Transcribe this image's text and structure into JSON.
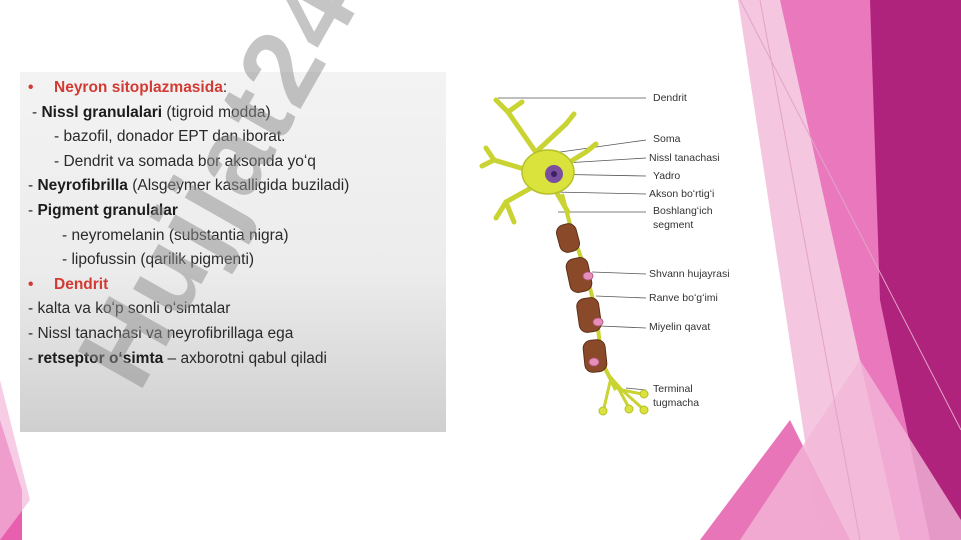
{
  "slide": {
    "watermark_text": "Hujjat24",
    "theme_colors": {
      "magenta": "#b0237c",
      "pink": "#e34aa5",
      "light_pink": "#f2c3df",
      "accent_red": "#d23b34"
    }
  },
  "left_text": {
    "lines": [
      {
        "parts": [
          "Neyron sitoplazmasida",
          ":"
        ]
      },
      {
        "parts": [
          "- ",
          "Nissl granulalari",
          " (tigroid modda)"
        ]
      },
      {
        "text": "- bazofil, donador EPT dan iborat."
      },
      {
        "text": "- Dendrit va somada bor aksonda yoʻq"
      },
      {
        "parts": [
          "- ",
          "Neyrofibrilla",
          " (Alsgeymer kasalligida buziladi)"
        ]
      },
      {
        "parts": [
          "- ",
          "Pigment granulalar"
        ]
      },
      {
        "text": "- neyromelanin (substantia nigra)"
      },
      {
        "text": "- lipofussin (qarilik pigmenti)"
      },
      {
        "parts": [
          "Dendrit"
        ]
      },
      {
        "text": "- kalta va koʻp sonli oʻsimtalar"
      },
      {
        "text": "- Nissl tanachasi va neyrofibrillaga ega"
      },
      {
        "parts": [
          "- ",
          "retseptor oʻsimta",
          " – axborotni qabul qiladi"
        ]
      }
    ],
    "bullet_glyph": "•"
  },
  "diagram": {
    "labels": {
      "dendrit": "Dendrit",
      "soma": "Soma",
      "nissl": "Nissl tanachasi",
      "yadro": "Yadro",
      "akson": "Akson boʻrtigʻi",
      "boshlang1": "Boshlangʻich",
      "boshlang2": "segment",
      "shvann": "Shvann hujayrasi",
      "ranve": "Ranve boʻgʻimi",
      "miyelin": "Miyelin qavat",
      "terminal1": "Terminal",
      "terminal2": "tugmacha"
    },
    "colors": {
      "neuron": "#d9e33b",
      "myelin": "#8a4a2a",
      "nucleus": "#7a4fa0",
      "schwann_nucleus": "#e58fb8"
    }
  }
}
